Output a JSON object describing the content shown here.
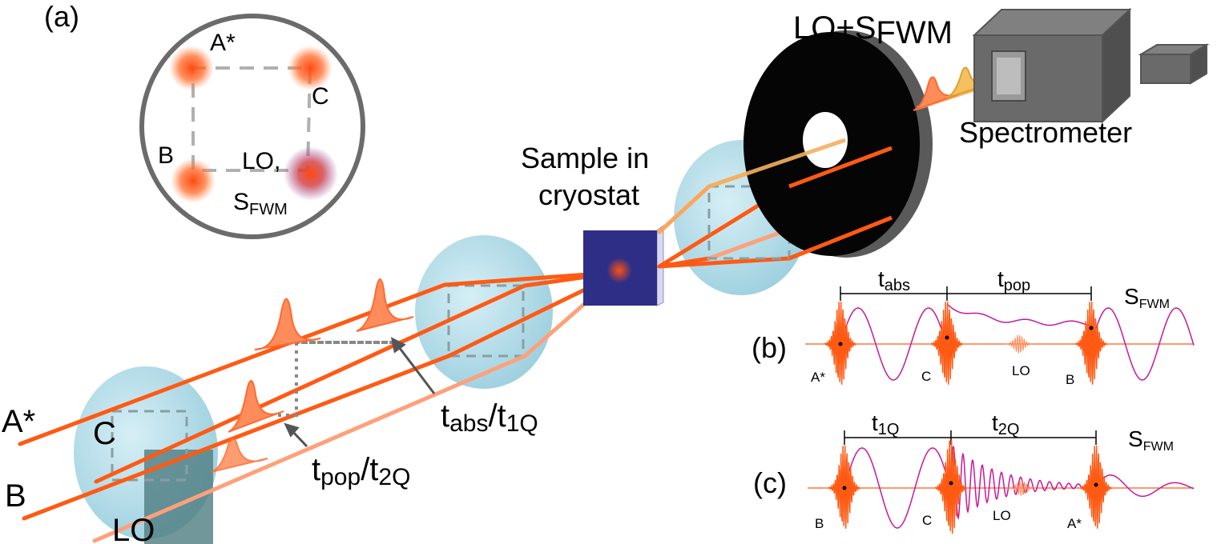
{
  "panel_labels": {
    "a": "(a)",
    "b": "(b)",
    "c": "(c)"
  },
  "inset": {
    "spot_A": "A*",
    "spot_B": "B",
    "spot_C": "C",
    "spot_LO": "LO,",
    "spot_S_main": "S",
    "spot_S_sub": "FWM"
  },
  "beams": {
    "A": "A*",
    "B": "B",
    "C": "C",
    "LO": "LO"
  },
  "delays": {
    "abs_main": "t",
    "abs_sub": "abs",
    "abs_slash": "/t",
    "abs_sub2": "1Q",
    "pop_main": "t",
    "pop_sub": "pop",
    "pop_slash": "/t",
    "pop_sub2": "2Q"
  },
  "sample": {
    "line1": "Sample in",
    "line2": "cryostat"
  },
  "detector": {
    "top_main": "LO+S",
    "top_sub": "FWM",
    "name": "Spectrometer"
  },
  "panel_b": {
    "t1_main": "t",
    "t1_sub": "abs",
    "t2_main": "t",
    "t2_sub": "pop",
    "s_main": "S",
    "s_sub": "FWM",
    "labels": [
      "A*",
      "C",
      "LO",
      "B"
    ]
  },
  "panel_c": {
    "t1_main": "t",
    "t1_sub": "1Q",
    "t2_main": "t",
    "t2_sub": "2Q",
    "s_main": "S",
    "s_sub": "FWM",
    "labels": [
      "B",
      "C",
      "LO",
      "A*"
    ]
  },
  "colors": {
    "beam": "#ff5a14",
    "pulse": "#ff8c5a",
    "lens": "#aed9e6",
    "cryostat": "#2e2e86",
    "signal": "#c8189a"
  }
}
